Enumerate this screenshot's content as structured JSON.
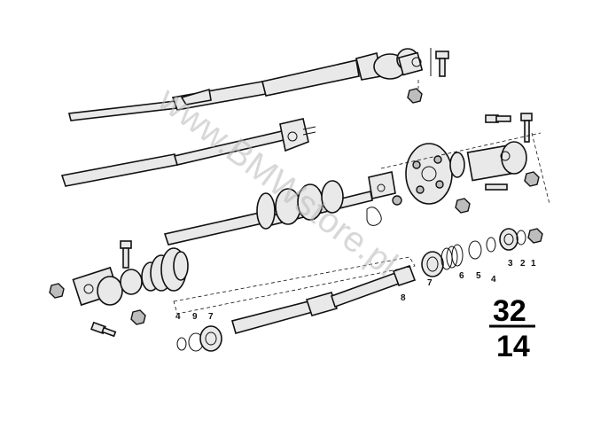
{
  "watermark": "www.BMWstore.pl",
  "group": {
    "main": "32",
    "sub": "14"
  },
  "callouts": {
    "c1": "1",
    "c2": "2",
    "c3": "3",
    "c4": "4",
    "c5": "5",
    "c6": "6",
    "c7": "7",
    "c8": "8",
    "b4": "4",
    "b9": "9",
    "b7": "7"
  }
}
